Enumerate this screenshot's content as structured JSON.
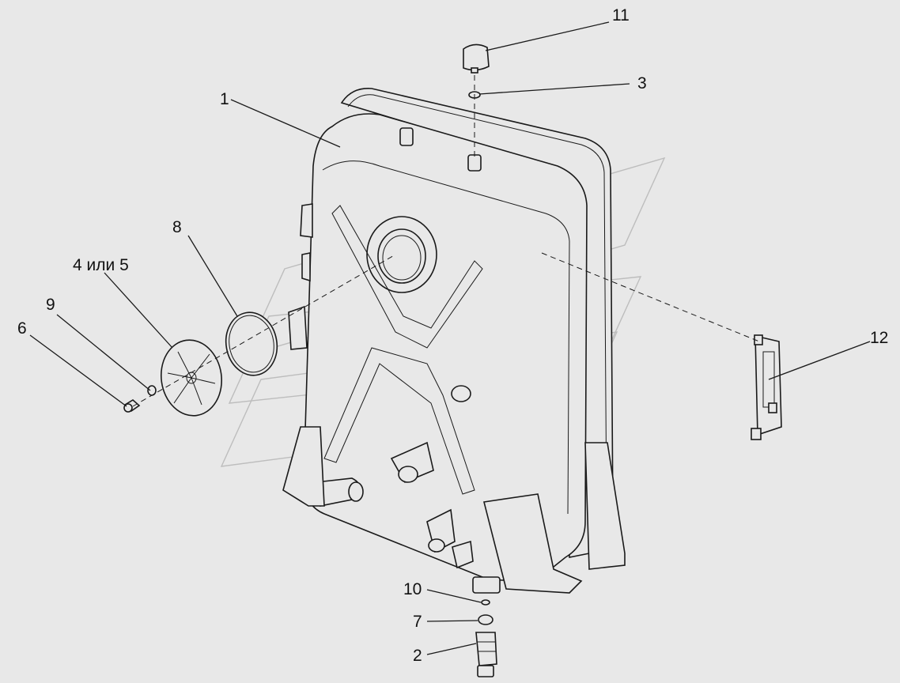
{
  "diagram": {
    "callouts": [
      {
        "id": "c1",
        "label": "1"
      },
      {
        "id": "c2",
        "label": "2"
      },
      {
        "id": "c3",
        "label": "3"
      },
      {
        "id": "c4",
        "label": "4 или 5"
      },
      {
        "id": "c6",
        "label": "6"
      },
      {
        "id": "c7",
        "label": "7"
      },
      {
        "id": "c8",
        "label": "8"
      },
      {
        "id": "c9",
        "label": "9"
      },
      {
        "id": "c10",
        "label": "10"
      },
      {
        "id": "c11",
        "label": "11"
      },
      {
        "id": "c12",
        "label": "12"
      }
    ]
  }
}
